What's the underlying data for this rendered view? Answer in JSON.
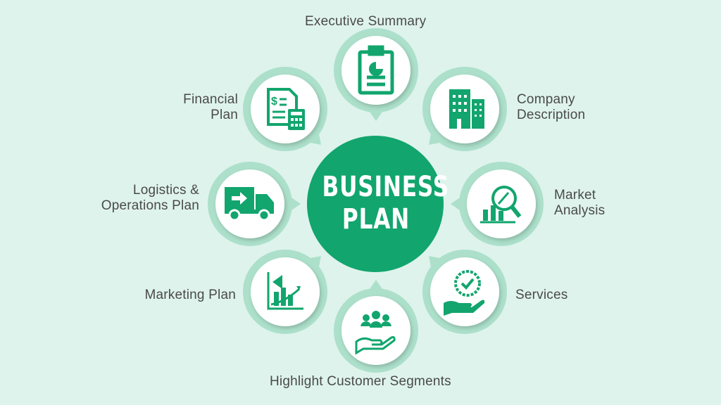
{
  "center": {
    "line1": "BUSINESS",
    "line2": "PLAN"
  },
  "colors": {
    "background": "#def3ec",
    "primary": "#12a56e",
    "ring": "#ace0cb",
    "node": "#ffffff",
    "text": "#4a4a4a"
  },
  "nodes": [
    {
      "label": "Executive Summary",
      "icon": "clipboard-chart-icon"
    },
    {
      "label": "Company",
      "label2": "Description",
      "icon": "buildings-icon"
    },
    {
      "label": "Market",
      "label2": "Analysis",
      "icon": "magnifier-chart-icon"
    },
    {
      "label": "Services",
      "icon": "hand-badge-icon"
    },
    {
      "label": "Highlight Customer Segments",
      "icon": "hand-people-icon"
    },
    {
      "label": "Marketing Plan",
      "icon": "megaphone-chart-icon"
    },
    {
      "label": "Logistics &",
      "label2": "Operations Plan",
      "icon": "delivery-truck-icon"
    },
    {
      "label": "Financial",
      "label2": "Plan",
      "icon": "invoice-calculator-icon"
    }
  ]
}
